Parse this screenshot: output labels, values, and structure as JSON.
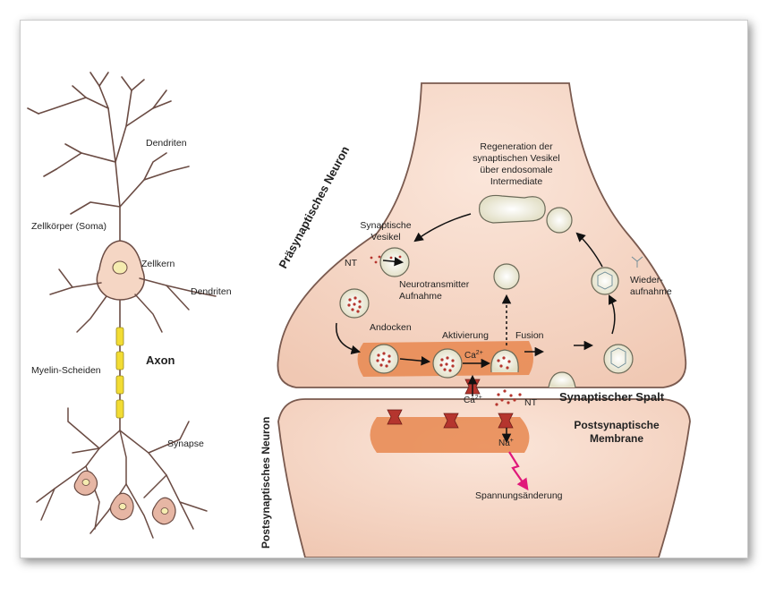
{
  "neuron": {
    "dendrites_top": "Dendriten",
    "soma": "Zellkörper (Soma)",
    "nucleus": "Zellkern",
    "dendrites_side": "Dendriten",
    "axon": "Axon",
    "myelin": "Myelin-Scheiden",
    "synapse": "Synapse"
  },
  "synapse": {
    "presynaptic": "Präsynaptisches Neuron",
    "postsynaptic": "Postsynaptisches Neuron",
    "regeneration": [
      "Regeneration der",
      "synaptischen Vesikel",
      "über endosomale",
      "Intermediate"
    ],
    "vesicles": [
      "Synaptische",
      "Vesikel"
    ],
    "nt": "NT",
    "uptake": [
      "Neurotransmitter",
      "Aufnahme"
    ],
    "docking": "Andocken",
    "activation": "Aktivierung",
    "fusion": "Fusion",
    "ca": "Ca",
    "ca_sup": "2+",
    "nt2": "NT",
    "reuptake": [
      "Wieder-",
      "aufnahme"
    ],
    "cleft": "Synaptischer Spalt",
    "membrane": [
      "Postsynaptische",
      "Membrane"
    ],
    "na": "Na",
    "na_sup": "+",
    "voltage": "Spannungsänderung"
  },
  "colors": {
    "cell_fill": "#f5d6c4",
    "cell_stroke": "#7a5a4f",
    "zone": "#e8874f",
    "myelin": "#f2dc34",
    "channel": "#b5352e",
    "accent": "#e0187a"
  }
}
